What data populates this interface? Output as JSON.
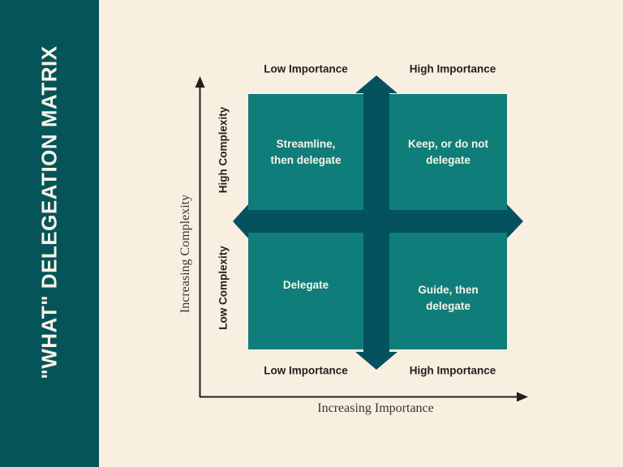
{
  "page": {
    "background_color": "#f9efe1"
  },
  "sidebar": {
    "title": "\"WHAT\" DELEGEATION MATRIX",
    "background_color": "#05545a",
    "text_color": "#faf3e7"
  },
  "axes": {
    "y_axis_label": "Increasing Complexity",
    "x_axis_label": "Increasing Importance",
    "line_color": "#221f1a"
  },
  "matrix": {
    "quadrant_color": "#0f7e7a",
    "arrow_cross_color": "#05525f",
    "label_color": "#221f1a",
    "quadrant_text_color": "#faf3e7",
    "column_labels_top": [
      "Low Importance",
      "High Importance"
    ],
    "column_labels_bottom": [
      "Low Importance",
      "High Importance"
    ],
    "row_labels": [
      "High Complexity",
      "Low Complexity"
    ],
    "quadrants": {
      "top_left": "Streamline,\nthen delegate",
      "top_right": "Keep, or do not\ndelegate",
      "bottom_left": "Delegate",
      "bottom_right": "Guide, then\ndelegate"
    }
  }
}
